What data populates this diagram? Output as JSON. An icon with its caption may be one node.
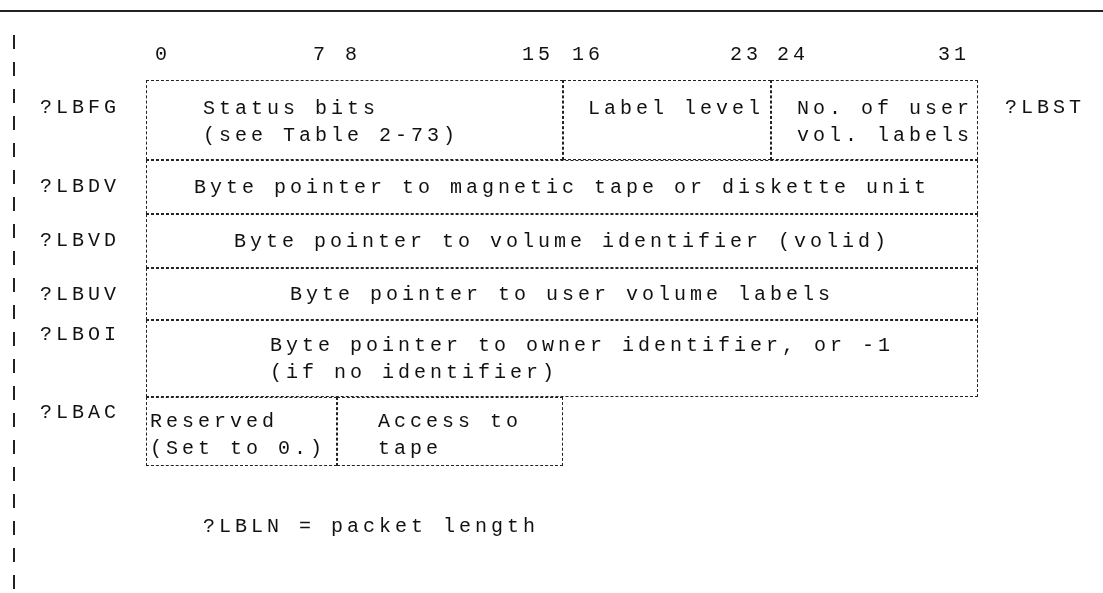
{
  "diagram": {
    "nodes": [
      {
        "text": [
          "Status bits",
          "(see Table 2-73)"
        ]
      },
      {
        "text": [
          "Label level"
        ]
      },
      {
        "text": [
          "No. of user vol. labels"
        ]
      },
      {
        "text": [
          "Byte pointer to magnetic tape or diskette unit"
        ]
      },
      {
        "text": [
          "Byte pointer to volume identifier (volid)"
        ]
      },
      {
        "text": [
          "Byte pointer to user volume labels"
        ]
      },
      {
        "text": [
          "Byte pointer to owner identifier, or -1 (if no identifier)"
        ]
      },
      {
        "text": [
          "Reserved (Set to 0.)"
        ]
      },
      {
        "text": [
          "Access to tape"
        ]
      }
    ],
    "labels": [
      "0",
      "7",
      "8",
      "15",
      "16",
      "23",
      "24",
      "31",
      "?LBFG",
      "?LBST",
      "?LBDV",
      "?LBVD",
      "?LBUV",
      "?LBOI",
      "?LBAC",
      "?LBLN = packet length"
    ]
  }
}
